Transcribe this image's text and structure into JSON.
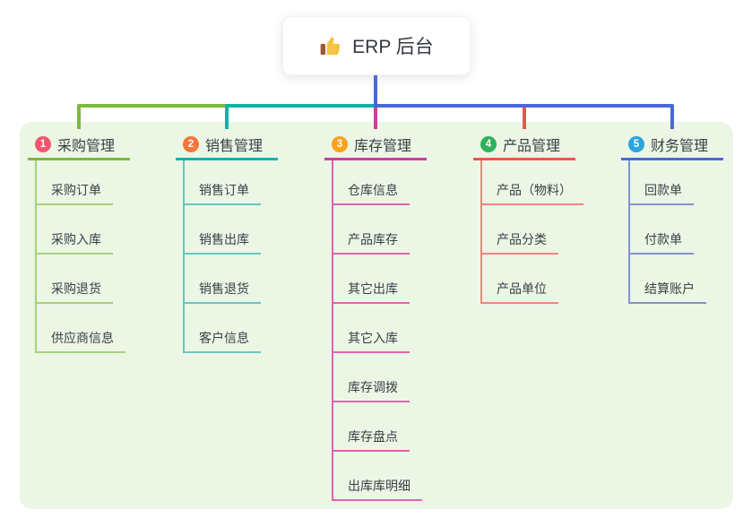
{
  "root": {
    "title": "ERP 后台",
    "icon": "thumbs-up",
    "icon_colors": {
      "hand": "#F6C445",
      "cuff": "#9C5B33"
    }
  },
  "branches": [
    {
      "index": "1",
      "label": "采购管理",
      "color": "#7CB93E",
      "light_color": "#A7D17E",
      "badge_color": "#F2566E",
      "children": [
        "采购订单",
        "采购入库",
        "采购退货",
        "供应商信息"
      ]
    },
    {
      "index": "2",
      "label": "销售管理",
      "color": "#12B2A9",
      "light_color": "#66C7BF",
      "badge_color": "#F3763B",
      "children": [
        "销售订单",
        "销售出库",
        "销售退货",
        "客户信息"
      ]
    },
    {
      "index": "3",
      "label": "库存管理",
      "color": "#D23B9C",
      "light_color": "#E163B1",
      "badge_color": "#F7A41C",
      "children": [
        "仓库信息",
        "产品库存",
        "其它出库",
        "其它入库",
        "库存调拨",
        "库存盘点",
        "出库库明细"
      ]
    },
    {
      "index": "4",
      "label": "产品管理",
      "color": "#F25350",
      "light_color": "#F5837D",
      "badge_color": "#2EB25C",
      "children": [
        "产品（物料）",
        "产品分类",
        "产品单位"
      ]
    },
    {
      "index": "5",
      "label": "财务管理",
      "color": "#4A68D9",
      "light_color": "#8094CD",
      "badge_color": "#2BA5DF",
      "children": [
        "回款单",
        "付款单",
        "结算账户"
      ]
    }
  ],
  "panel_color": "#ECF6E5",
  "trunk_color": "#4A68D9"
}
